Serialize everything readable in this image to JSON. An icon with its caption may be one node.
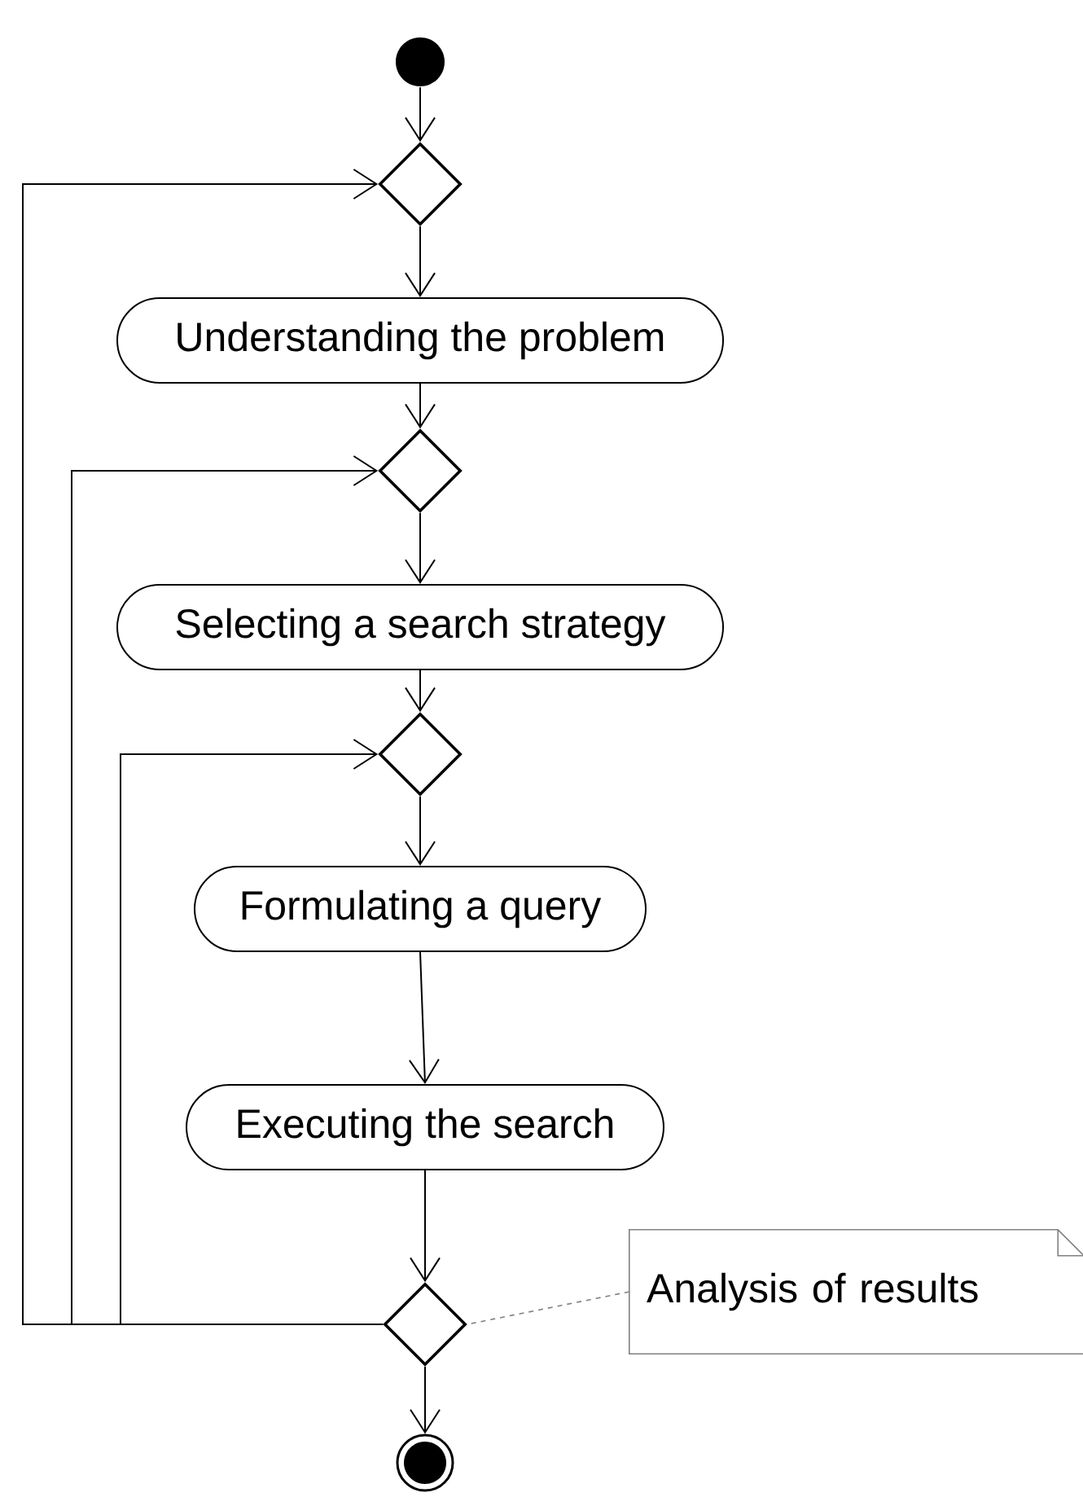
{
  "diagram": {
    "nodes": [
      {
        "text": [],
        "shape": "circle"
      },
      {
        "text": [],
        "shape": "diamond"
      },
      {
        "text": [
          "Understanding the problem"
        ]
      },
      {
        "text": [],
        "shape": "diamond"
      },
      {
        "text": [
          "Selecting a search strategy"
        ]
      },
      {
        "text": [],
        "shape": "diamond"
      },
      {
        "text": [
          "Formulating a query"
        ]
      },
      {
        "text": [
          "Executing the search"
        ]
      },
      {
        "text": [],
        "shape": "diamond"
      },
      {
        "text": [
          "Analysis of results"
        ]
      },
      {
        "text": [],
        "shape": "circle"
      }
    ],
    "edges": [
      {
        "from": 0,
        "to": 1,
        "arrow": "to"
      },
      {
        "from": 1,
        "to": 2,
        "arrow": "to"
      },
      {
        "from": 2,
        "to": 3,
        "arrow": "to"
      },
      {
        "from": 3,
        "to": 4,
        "arrow": "to"
      },
      {
        "from": 4,
        "to": 5,
        "arrow": "to"
      },
      {
        "from": 5,
        "to": 6,
        "arrow": "to"
      },
      {
        "from": 6,
        "to": 7,
        "arrow": "to"
      },
      {
        "from": 7,
        "to": 8,
        "arrow": "to"
      },
      {
        "from": 8,
        "to": 10,
        "arrow": "to"
      },
      {
        "from": 8,
        "to": 1,
        "arrow": "to"
      },
      {
        "from": 8,
        "to": 3,
        "arrow": "to"
      },
      {
        "from": 8,
        "to": 5,
        "arrow": "to"
      },
      {
        "from": 9,
        "to": 8,
        "arrow": "none",
        "style": "dashed",
        "color": "#808080"
      }
    ]
  }
}
